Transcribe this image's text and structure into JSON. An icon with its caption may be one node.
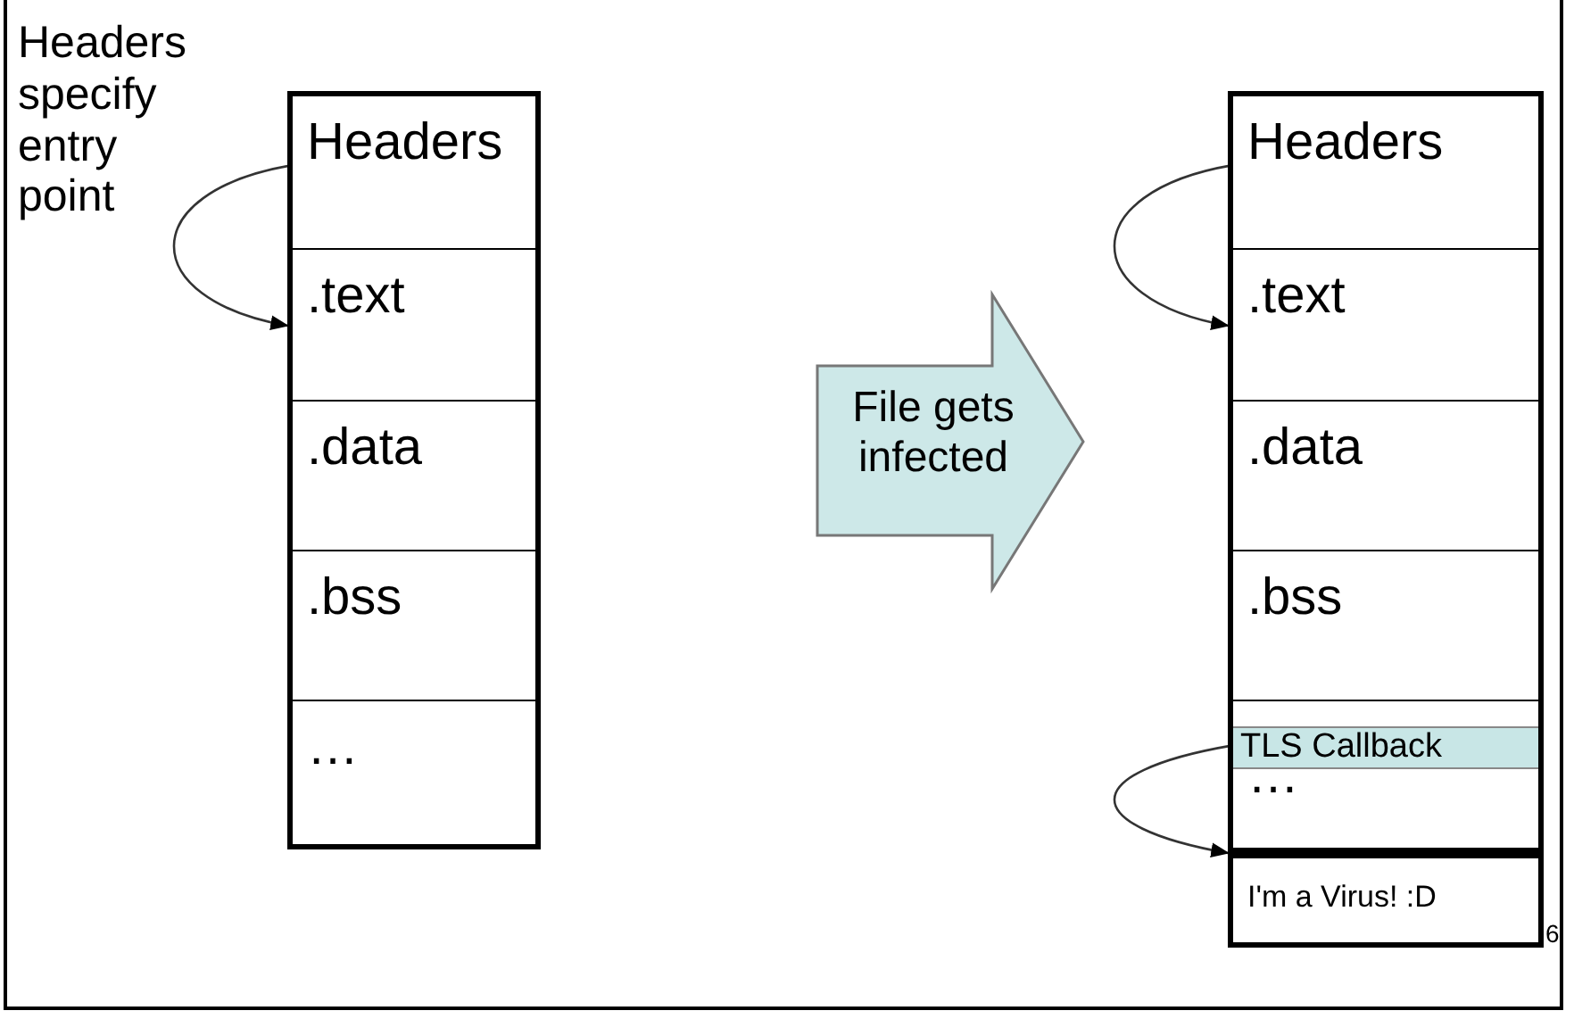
{
  "diagram": {
    "nodes": [
      {
        "text": [],
        "shape": "box"
      },
      {
        "text": [
          "Headers"
        ],
        "in": 0
      },
      {
        "text": [
          ".text"
        ],
        "in": 0
      },
      {
        "text": [
          ".data"
        ],
        "in": 0
      },
      {
        "text": [
          ".bss"
        ],
        "in": 0
      },
      {
        "text": [
          "…"
        ],
        "in": 0
      },
      {
        "text": [
          "File gets infected"
        ]
      },
      {
        "text": [],
        "shape": "box"
      },
      {
        "text": [
          "Headers"
        ],
        "in": 7
      },
      {
        "text": [
          ".text"
        ],
        "in": 7
      },
      {
        "text": [
          ".data"
        ],
        "in": 7
      },
      {
        "text": [
          ".bss"
        ],
        "in": 7
      },
      {
        "text": [
          "…"
        ],
        "in": 7
      },
      {
        "text": [
          "TLS Callback"
        ],
        "in": 12
      },
      {
        "text": [
          "I'm a Virus! :D"
        ],
        "in": 7
      }
    ],
    "edges": [
      {
        "from": 1,
        "to": 2,
        "arrow": "to"
      },
      {
        "from": 8,
        "to": 9,
        "arrow": "to"
      },
      {
        "from": 13,
        "to": 14,
        "arrow": "to"
      }
    ],
    "labels": [
      "Headers specify entry point",
      "6"
    ]
  }
}
